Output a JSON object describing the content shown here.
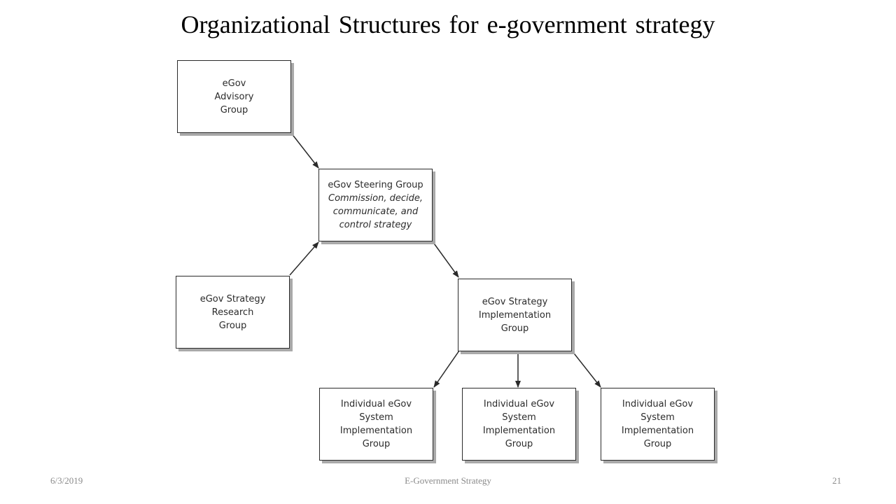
{
  "title": "Organizational Structures for e-government strategy",
  "boxes": {
    "advisory": [
      "eGov",
      "Advisory",
      "Group"
    ],
    "steering": {
      "name": "eGov Steering Group",
      "description": [
        "Commission, decide,",
        "communicate, and",
        "control strategy"
      ]
    },
    "research": [
      "eGov Strategy",
      "Research",
      "Group"
    ],
    "implementation": [
      "eGov Strategy",
      "Implementation",
      "Group"
    ],
    "individual_1": [
      "Individual eGov",
      "System",
      "Implementation",
      "Group"
    ],
    "individual_2": [
      "Individual eGov",
      "System",
      "Implementation",
      "Group"
    ],
    "individual_3": [
      "Individual eGov",
      "System",
      "Implementation",
      "Group"
    ]
  },
  "footer": {
    "date": "6/3/2019",
    "center": "E-Government Strategy",
    "page": "21"
  }
}
